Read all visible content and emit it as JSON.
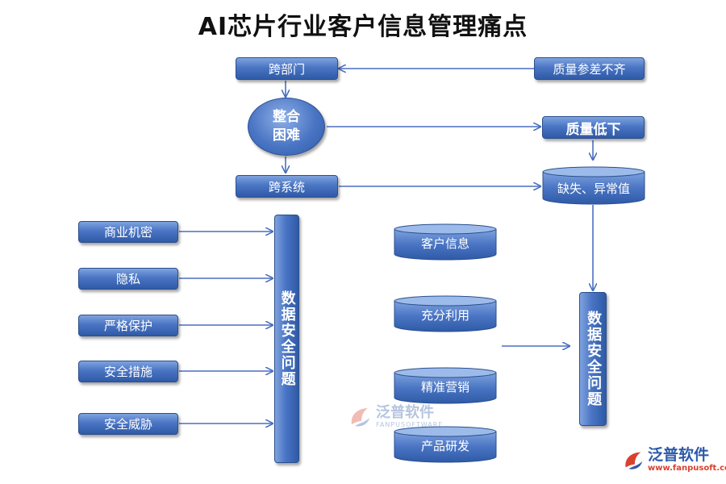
{
  "title": "AI芯片行业客户信息管理痛点",
  "nodes": {
    "cross_dept": "跨部门",
    "quality_uneven": "质量参差不齐",
    "integration_hard": "整合困难",
    "quality_low": "质量低下",
    "cross_system": "跨系统",
    "missing_abnormal": "缺失、异常值",
    "trade_secret": "商业机密",
    "privacy": "隐私",
    "strict_protection": "严格保护",
    "security_measures": "安全措施",
    "security_threat": "安全威胁",
    "data_security_left": "数据安全问题",
    "data_security_right": "数据安全问题",
    "customer_info": "客户信息",
    "full_utilization": "充分利用",
    "precision_marketing": "精准营销",
    "product_rd": "产品研发"
  },
  "watermark": {
    "center_name": "泛普软件",
    "center_sub": "FANPUSOFTWARE",
    "corner_name": "泛普软件",
    "corner_url": "www.fanpusoft.com"
  },
  "colors": {
    "box_top": "#7fa3de",
    "box_mid": "#4a75c4",
    "box_bottom": "#2f5aa6",
    "arrow": "#4a6fc0",
    "watermark_red": "#d9412e",
    "watermark_blue": "#2d5aa8"
  }
}
